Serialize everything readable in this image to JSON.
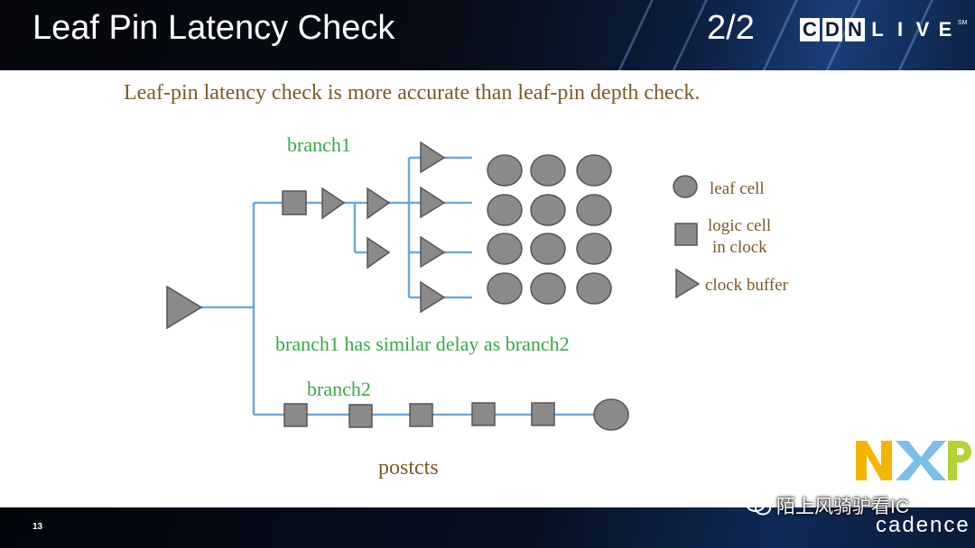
{
  "slide": {
    "title": "Leaf Pin Latency Check",
    "page_fraction": "2/2",
    "subtitle": "Leaf-pin latency check is more accurate than leaf-pin depth check.",
    "page_number": "13"
  },
  "brand": {
    "cdn_letters": [
      "C",
      "D",
      "N",
      "L",
      "I",
      "V",
      "E"
    ],
    "cdn_mark": "SM",
    "footer_logo": "cadence",
    "partner_logo": "NXP",
    "watermark": "陌上风骑驴看IC",
    "colors": {
      "header_bg": "#05070c",
      "accent_blue": "#1a3e78",
      "wire": "#6fa8dc",
      "shape_fill": "#8a8a8a",
      "green_text": "#3aa64a",
      "brown_text": "#7a5a2a",
      "nxp_yellow": "#f2b600",
      "nxp_blue": "#7bbfe8",
      "nxp_green": "#b5d334"
    }
  },
  "diagram": {
    "branch1_label": "branch1",
    "branch2_label": "branch2",
    "similar_delay_note": "branch1 has similar delay as branch2",
    "postcts_label": "postcts"
  },
  "legend": {
    "leaf_cell": "leaf cell",
    "logic_cell_line1": "logic cell",
    "logic_cell_line2": "in clock",
    "clock_buffer": "clock buffer"
  },
  "icons": [
    "wechat-icon",
    "nxp-logo",
    "cdnlive-logo",
    "cadence-logo"
  ]
}
